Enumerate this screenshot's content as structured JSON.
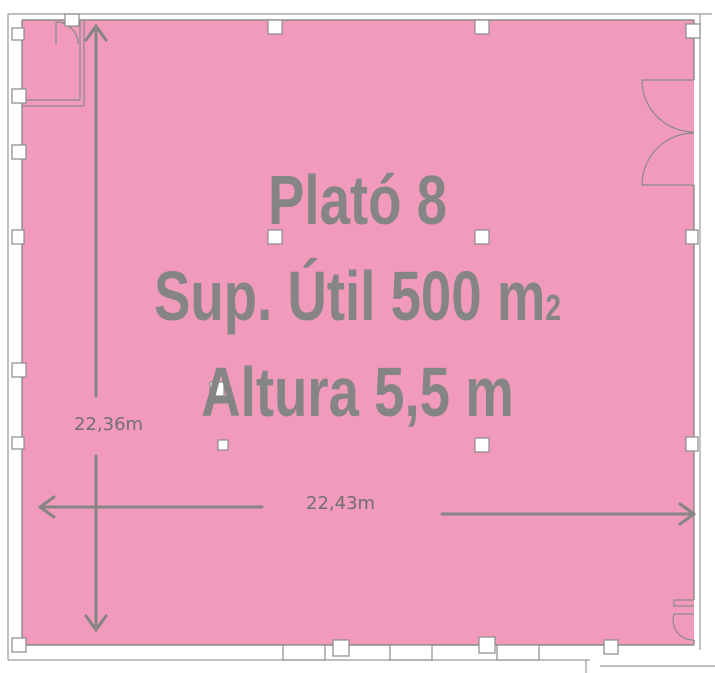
{
  "plan": {
    "title": "Plató 8",
    "surface_prefix": "Sup. Útil  500 m",
    "surface_unit_sub": "2",
    "height": "Altura 5,5 m"
  },
  "dimensions": {
    "vertical": "22,36m",
    "horizontal": "22,43m"
  },
  "colors": {
    "floor": "#f19abb",
    "walls": "#8a8a8a",
    "text": "#858585",
    "arrows": "#858585"
  }
}
